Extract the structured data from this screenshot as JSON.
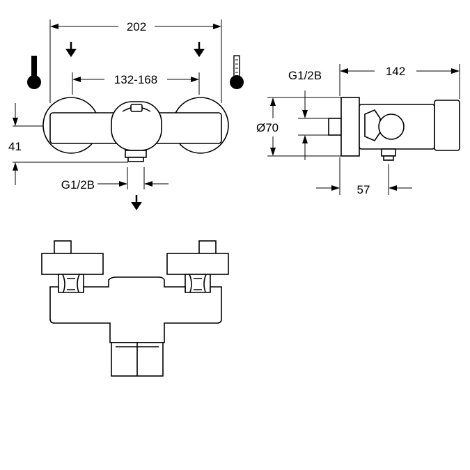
{
  "front_view": {
    "overall_width": "202",
    "connection_spacing": "132-168",
    "height": "41",
    "outlet_thread": "G1/2B"
  },
  "side_view": {
    "depth": "142",
    "inlet_thread": "G1/2B",
    "diameter": "Ø70",
    "outlet_offset": "57"
  },
  "icons": {
    "hot": "thermometer-hot-icon",
    "cold": "thermometer-cold-icon",
    "inlet_arrow": "arrow-down-icon",
    "outlet_arrow": "arrow-down-icon"
  }
}
